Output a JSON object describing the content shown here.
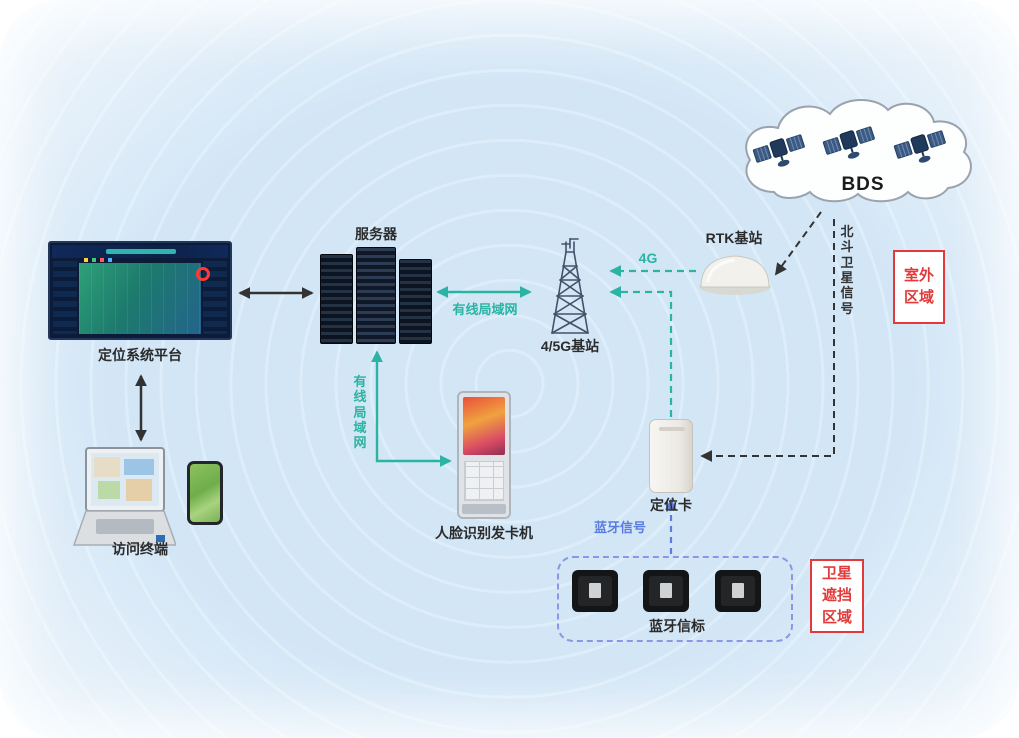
{
  "labels": {
    "bds": "BDS",
    "rtk": "RTK基站",
    "beidou_signal": "北斗卫星信号",
    "outdoor": "室外区域",
    "g4": "4G",
    "tower": "4/5G基站",
    "server": "服务器",
    "lan_h": "有线局域网",
    "lan_v": "有线局域网",
    "platform": "定位系统平台",
    "terminal": "访问终端",
    "kiosk": "人脸识别发卡机",
    "card": "定位卡",
    "bt_signal": "蓝牙信号",
    "bt_beacon": "蓝牙信标",
    "blocked": "卫星遮挡区域"
  },
  "colors": {
    "teal_link": "#2bb3a3",
    "blue_link": "#5b7ce0",
    "red_zone": "#e23a3a",
    "black_link": "#333333"
  }
}
